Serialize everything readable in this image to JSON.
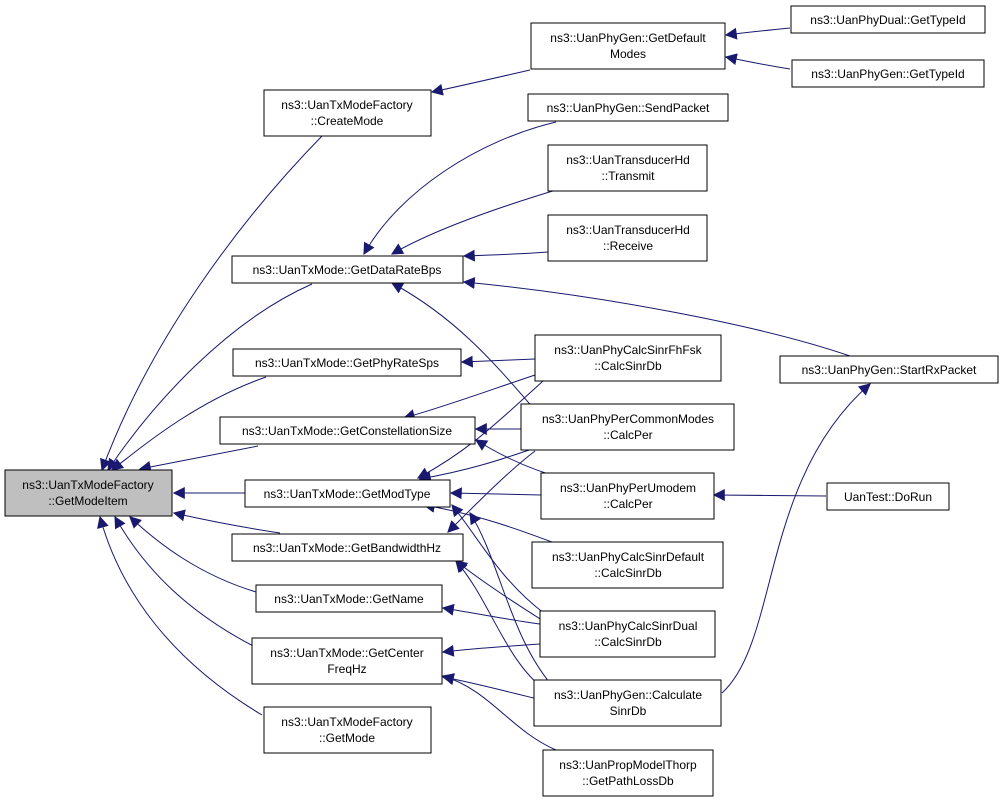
{
  "diagram": {
    "colors": {
      "edge": "#191970",
      "root_fill": "#bfbfbf",
      "node_fill": "#ffffff",
      "border": "#000000"
    },
    "nodes": [
      {
        "id": "getmodeitem",
        "lines": [
          "ns3::UanTxModeFactory",
          "::GetModeItem"
        ]
      },
      {
        "id": "createmode",
        "lines": [
          "ns3::UanTxModeFactory",
          "::CreateMode"
        ]
      },
      {
        "id": "getdatarate",
        "lines": [
          "ns3::UanTxMode::GetDataRateBps"
        ]
      },
      {
        "id": "getphyrate",
        "lines": [
          "ns3::UanTxMode::GetPhyRateSps"
        ]
      },
      {
        "id": "getconst",
        "lines": [
          "ns3::UanTxMode::GetConstellationSize"
        ]
      },
      {
        "id": "getmodtype",
        "lines": [
          "ns3::UanTxMode::GetModType"
        ]
      },
      {
        "id": "getbandwidth",
        "lines": [
          "ns3::UanTxMode::GetBandwidthHz"
        ]
      },
      {
        "id": "getname",
        "lines": [
          "ns3::UanTxMode::GetName"
        ]
      },
      {
        "id": "getcenter",
        "lines": [
          "ns3::UanTxMode::GetCenter",
          "FreqHz"
        ]
      },
      {
        "id": "getmode",
        "lines": [
          "ns3::UanTxModeFactory",
          "::GetMode"
        ]
      },
      {
        "id": "getdefaultmodes",
        "lines": [
          "ns3::UanPhyGen::GetDefault",
          "Modes"
        ]
      },
      {
        "id": "sendpacket",
        "lines": [
          "ns3::UanPhyGen::SendPacket"
        ]
      },
      {
        "id": "transmit",
        "lines": [
          "ns3::UanTransducerHd",
          "::Transmit"
        ]
      },
      {
        "id": "receive",
        "lines": [
          "ns3::UanTransducerHd",
          "::Receive"
        ]
      },
      {
        "id": "fhfsk",
        "lines": [
          "ns3::UanPhyCalcSinrFhFsk",
          "::CalcSinrDb"
        ]
      },
      {
        "id": "commonmodes",
        "lines": [
          "ns3::UanPhyPerCommonModes",
          "::CalcPer"
        ]
      },
      {
        "id": "umodem",
        "lines": [
          "ns3::UanPhyPerUmodem",
          "::CalcPer"
        ]
      },
      {
        "id": "sinrdefault",
        "lines": [
          "ns3::UanPhyCalcSinrDefault",
          "::CalcSinrDb"
        ]
      },
      {
        "id": "sinrdual",
        "lines": [
          "ns3::UanPhyCalcSinrDual",
          "::CalcSinrDb"
        ]
      },
      {
        "id": "calcsinr",
        "lines": [
          "ns3::UanPhyGen::Calculate",
          "SinrDb"
        ]
      },
      {
        "id": "thorp",
        "lines": [
          "ns3::UanPropModelThorp",
          "::GetPathLossDb"
        ]
      },
      {
        "id": "dualtypeid",
        "lines": [
          "ns3::UanPhyDual::GetTypeId"
        ]
      },
      {
        "id": "gentypeid",
        "lines": [
          "ns3::UanPhyGen::GetTypeId"
        ]
      },
      {
        "id": "startrx",
        "lines": [
          "ns3::UanPhyGen::StartRxPacket"
        ]
      },
      {
        "id": "dorun",
        "lines": [
          "UanTest::DoRun"
        ]
      }
    ]
  }
}
